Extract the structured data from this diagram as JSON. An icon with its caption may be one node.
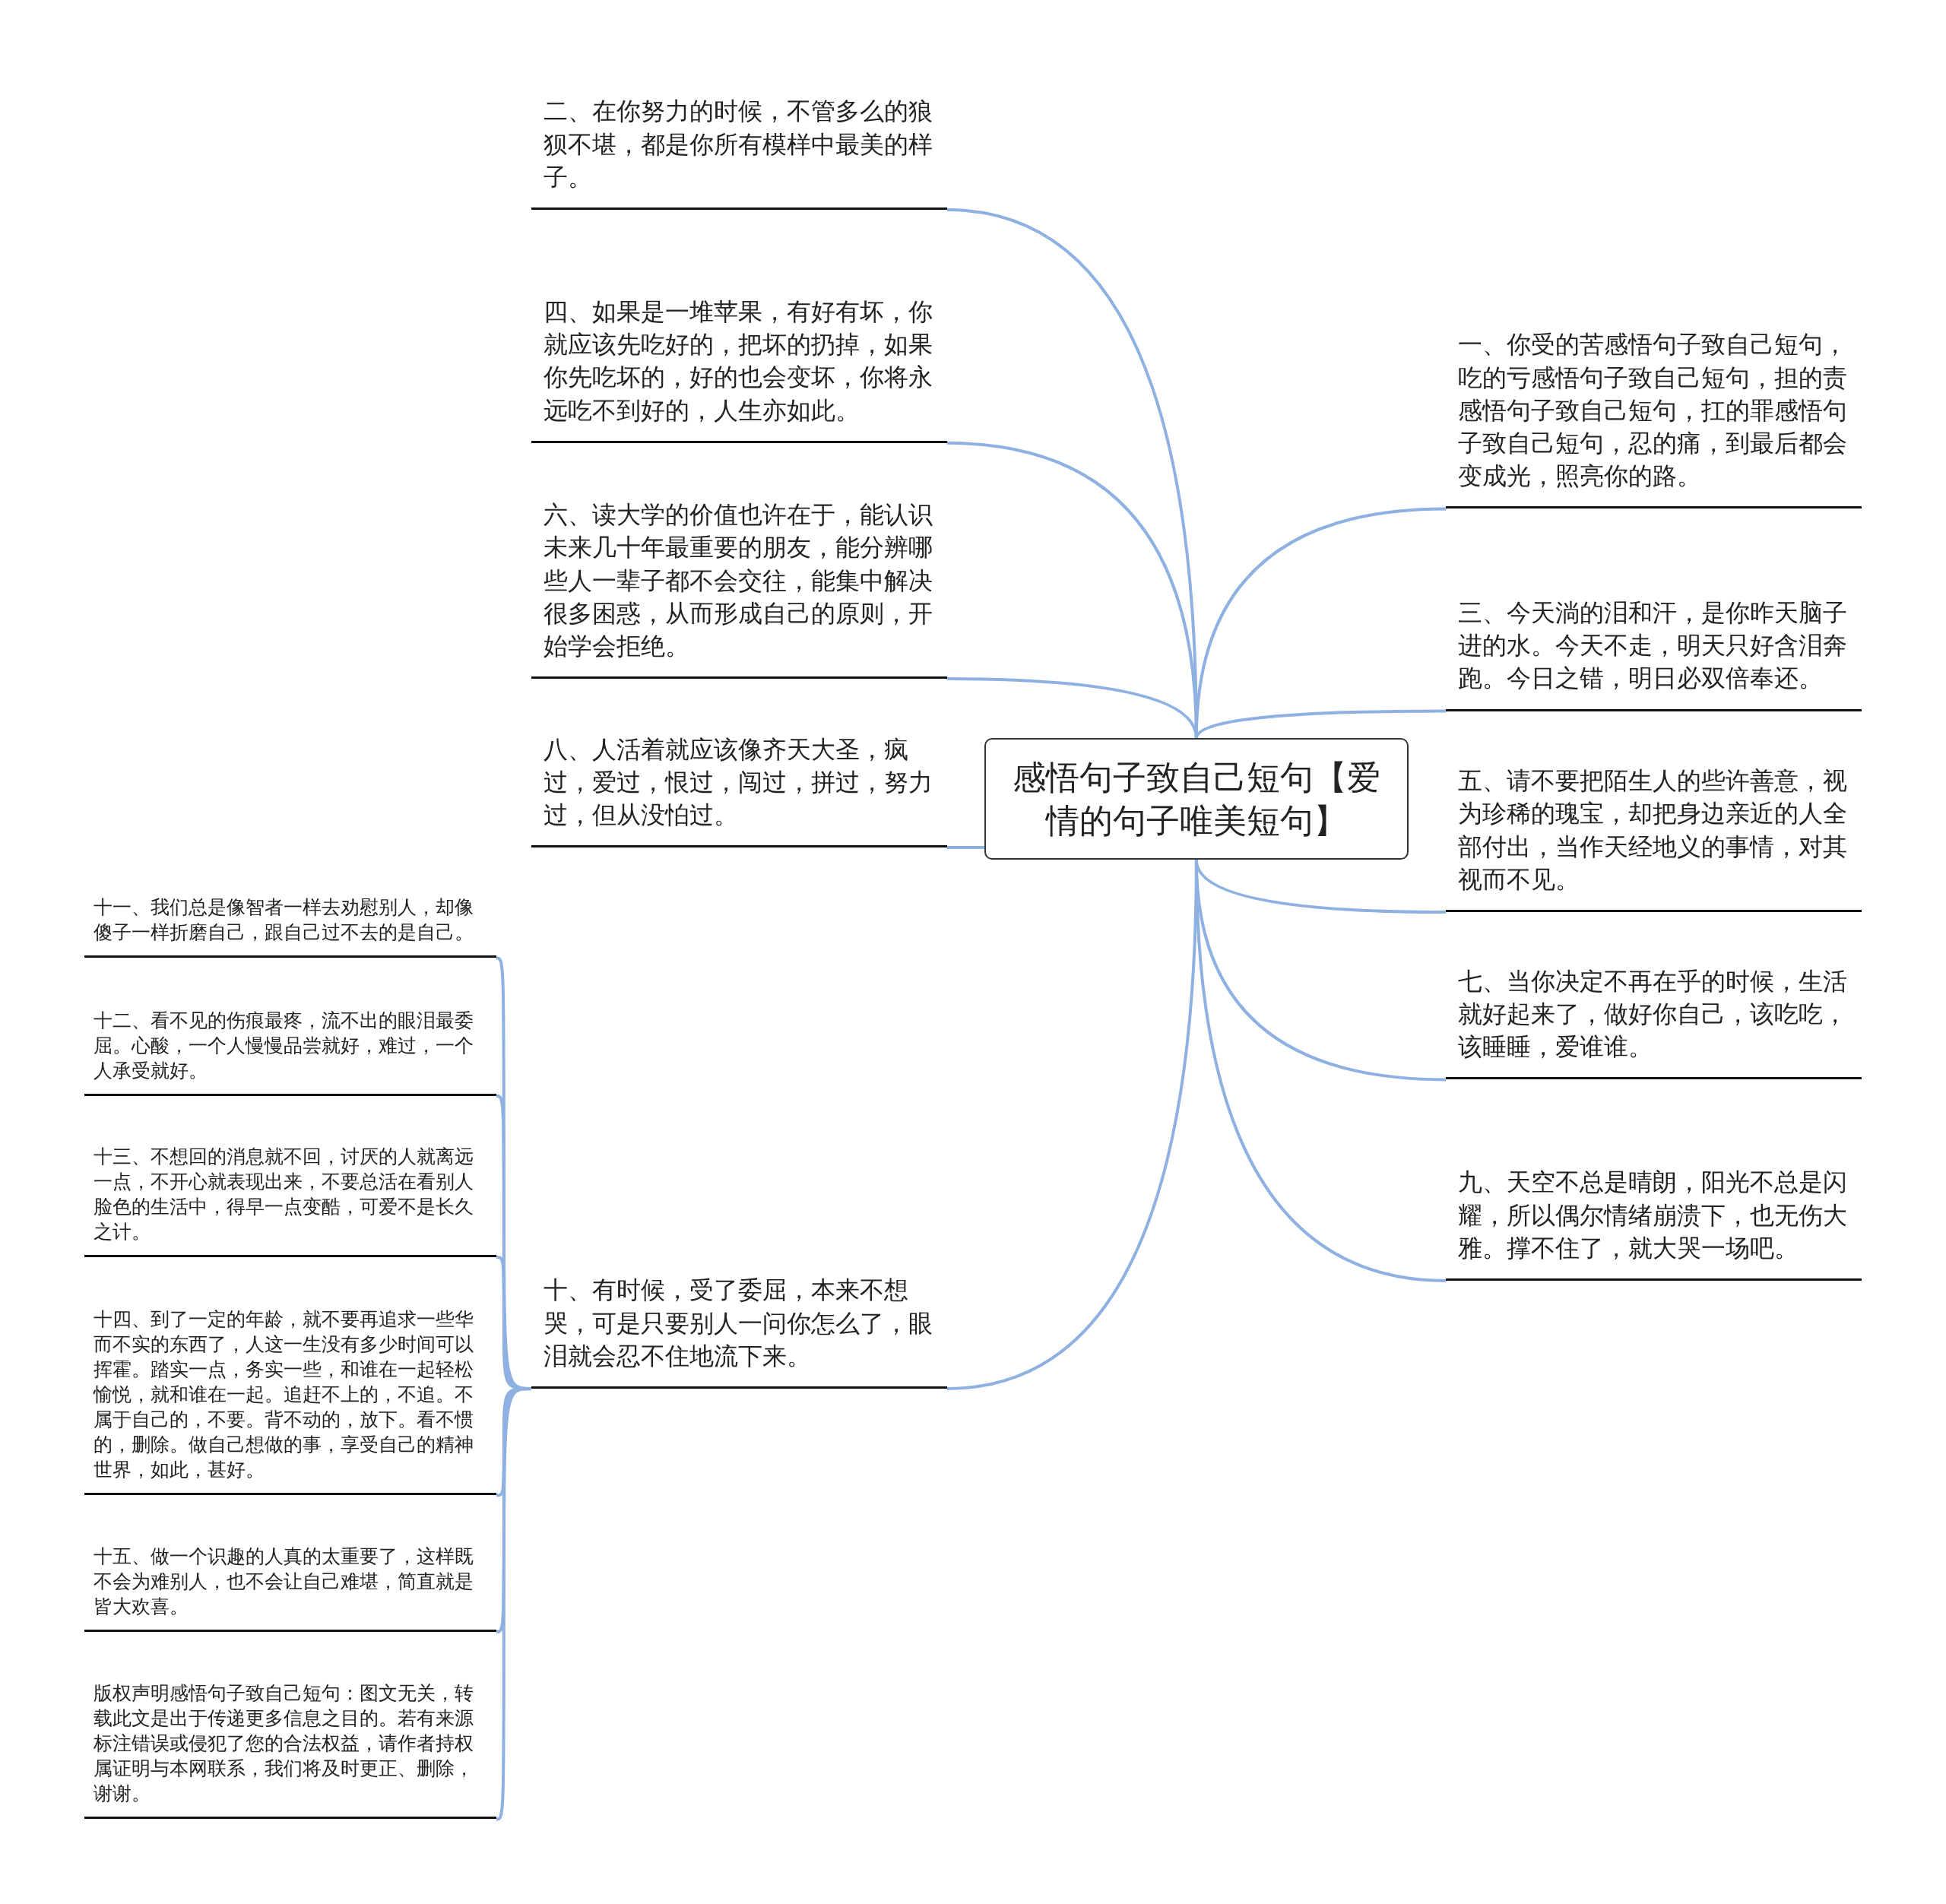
{
  "diagram": {
    "nodes": [
      {
        "text": [
          "感悟句子致自己短句【爱情的句子唯美短句】"
        ]
      },
      {
        "text": [
          "一、你受的苦感悟句子致自己短句，吃的亏感悟句子致自己短句，担的责感悟句子致自己短句，扛的罪感悟句子致自己短句，忍的痛，到最后都会变成光，照亮你的路。"
        ]
      },
      {
        "text": [
          "二、在你努力的时候，不管多么的狼狈不堪，都是你所有模样中最美的样子。"
        ]
      },
      {
        "text": [
          "三、今天淌的泪和汗，是你昨天脑子进的水。今天不走，明天只好含泪奔跑。今日之错，明日必双倍奉还。"
        ]
      },
      {
        "text": [
          "四、如果是一堆苹果，有好有坏，你就应该先吃好的，把坏的扔掉，如果你先吃坏的，好的也会变坏，你将永远吃不到好的，人生亦如此。"
        ]
      },
      {
        "text": [
          "五、请不要把陌生人的些许善意，视为珍稀的瑰宝，却把身边亲近的人全部付出，当作天经地义的事情，对其视而不见。"
        ]
      },
      {
        "text": [
          "六、读大学的价值也许在于，能认识未来几十年最重要的朋友，能分辨哪些人一辈子都不会交往，能集中解决很多困惑，从而形成自己的原则，开始学会拒绝。"
        ]
      },
      {
        "text": [
          "七、当你决定不再在乎的时候，生活就好起来了，做好你自己，该吃吃，该睡睡，爱谁谁。"
        ]
      },
      {
        "text": [
          "八、人活着就应该像齐天大圣，疯过，爱过，恨过，闯过，拼过，努力过，但从没怕过。"
        ]
      },
      {
        "text": [
          "九、天空不总是晴朗，阳光不总是闪耀，所以偶尔情绪崩溃下，也无伤大雅。撑不住了，就大哭一场吧。"
        ]
      },
      {
        "text": [
          "十、有时候，受了委屈，本来不想哭，可是只要别人一问你怎么了，眼泪就会忍不住地流下来。"
        ]
      },
      {
        "text": [
          "十一、我们总是像智者一样去劝慰别人，却像傻子一样折磨自己，跟自己过不去的是自己。"
        ]
      },
      {
        "text": [
          "十二、看不见的伤痕最疼，流不出的眼泪最委屈。心酸，一个人慢慢品尝就好，难过，一个人承受就好。"
        ]
      },
      {
        "text": [
          "十三、不想回的消息就不回，讨厌的人就离远一点，不开心就表现出来，不要总活在看别人脸色的生活中，得早一点变酷，可爱不是长久之计。"
        ]
      },
      {
        "text": [
          "十四、到了一定的年龄，就不要再追求一些华而不实的东西了，人这一生没有多少时间可以挥霍。踏实一点，务实一些，和谁在一起轻松愉悦，就和谁在一起。追赶不上的，不追。不属于自己的，不要。背不动的，放下。看不惯的，删除。做自己想做的事，享受自己的精神世界，如此，甚好。"
        ]
      },
      {
        "text": [
          "十五、做一个识趣的人真的太重要了，这样既不会为难别人，也不会让自己难堪，简直就是皆大欢喜。"
        ]
      },
      {
        "text": [
          "版权声明感悟句子致自己短句：图文无关，转载此文是出于传递更多信息之目的。若有来源标注错误或侵犯了您的合法权益，请作者持权属证明与本网联系，我们将及时更正、删除，谢谢。"
        ]
      }
    ],
    "edges": [
      {
        "from": 0,
        "to": 1,
        "arrow": "none"
      },
      {
        "from": 0,
        "to": 2,
        "arrow": "none"
      },
      {
        "from": 0,
        "to": 3,
        "arrow": "none"
      },
      {
        "from": 0,
        "to": 4,
        "arrow": "none"
      },
      {
        "from": 0,
        "to": 5,
        "arrow": "none"
      },
      {
        "from": 0,
        "to": 6,
        "arrow": "none"
      },
      {
        "from": 0,
        "to": 7,
        "arrow": "none"
      },
      {
        "from": 0,
        "to": 8,
        "arrow": "none"
      },
      {
        "from": 0,
        "to": 9,
        "arrow": "none"
      },
      {
        "from": 0,
        "to": 10,
        "arrow": "none"
      },
      {
        "from": 10,
        "to": 11,
        "arrow": "none"
      },
      {
        "from": 10,
        "to": 12,
        "arrow": "none"
      },
      {
        "from": 10,
        "to": 13,
        "arrow": "none"
      },
      {
        "from": 10,
        "to": 14,
        "arrow": "none"
      },
      {
        "from": 10,
        "to": 15,
        "arrow": "none"
      },
      {
        "from": 10,
        "to": 16,
        "arrow": "none"
      }
    ]
  }
}
